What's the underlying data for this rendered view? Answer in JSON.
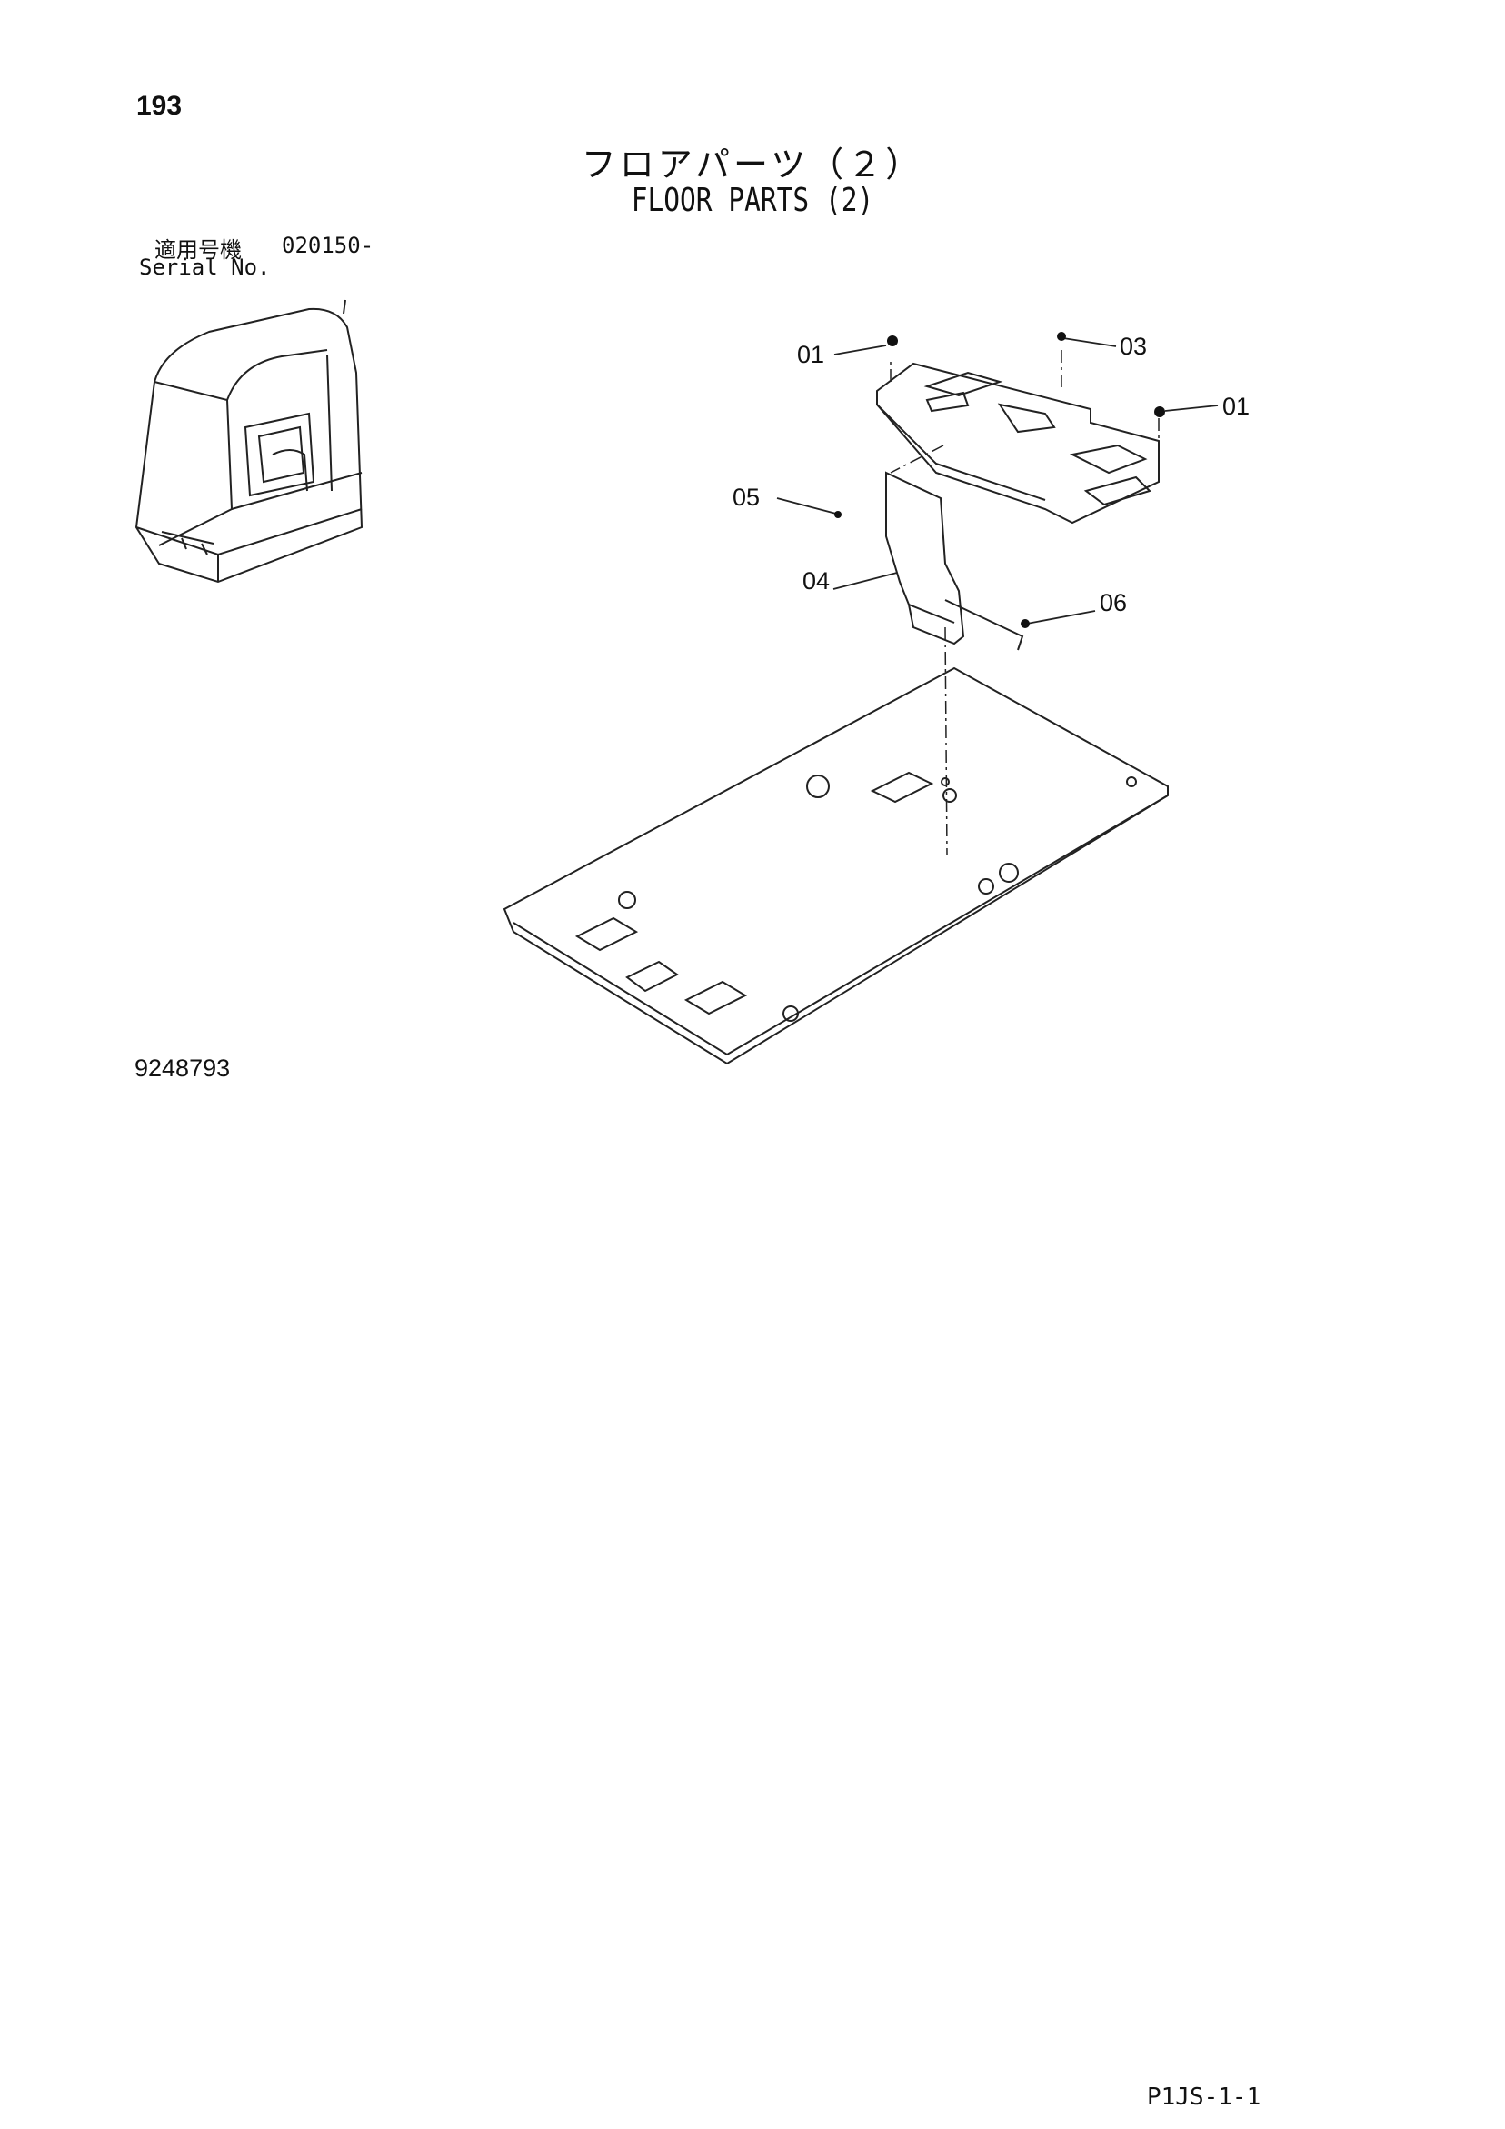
{
  "header": {
    "page_number": "193",
    "title_jp": "フロアパーツ（２）",
    "title_en": "FLOOR PARTS (2)"
  },
  "serial": {
    "label_jp": "適用号機",
    "value": "020150-",
    "label_en": "Serial No."
  },
  "callouts": {
    "c01_top": "01",
    "c03": "03",
    "c01_right": "01",
    "c05": "05",
    "c04": "04",
    "c06": "06"
  },
  "drawing_number": "9248793",
  "footer": {
    "code": "P1JS-1-1"
  }
}
